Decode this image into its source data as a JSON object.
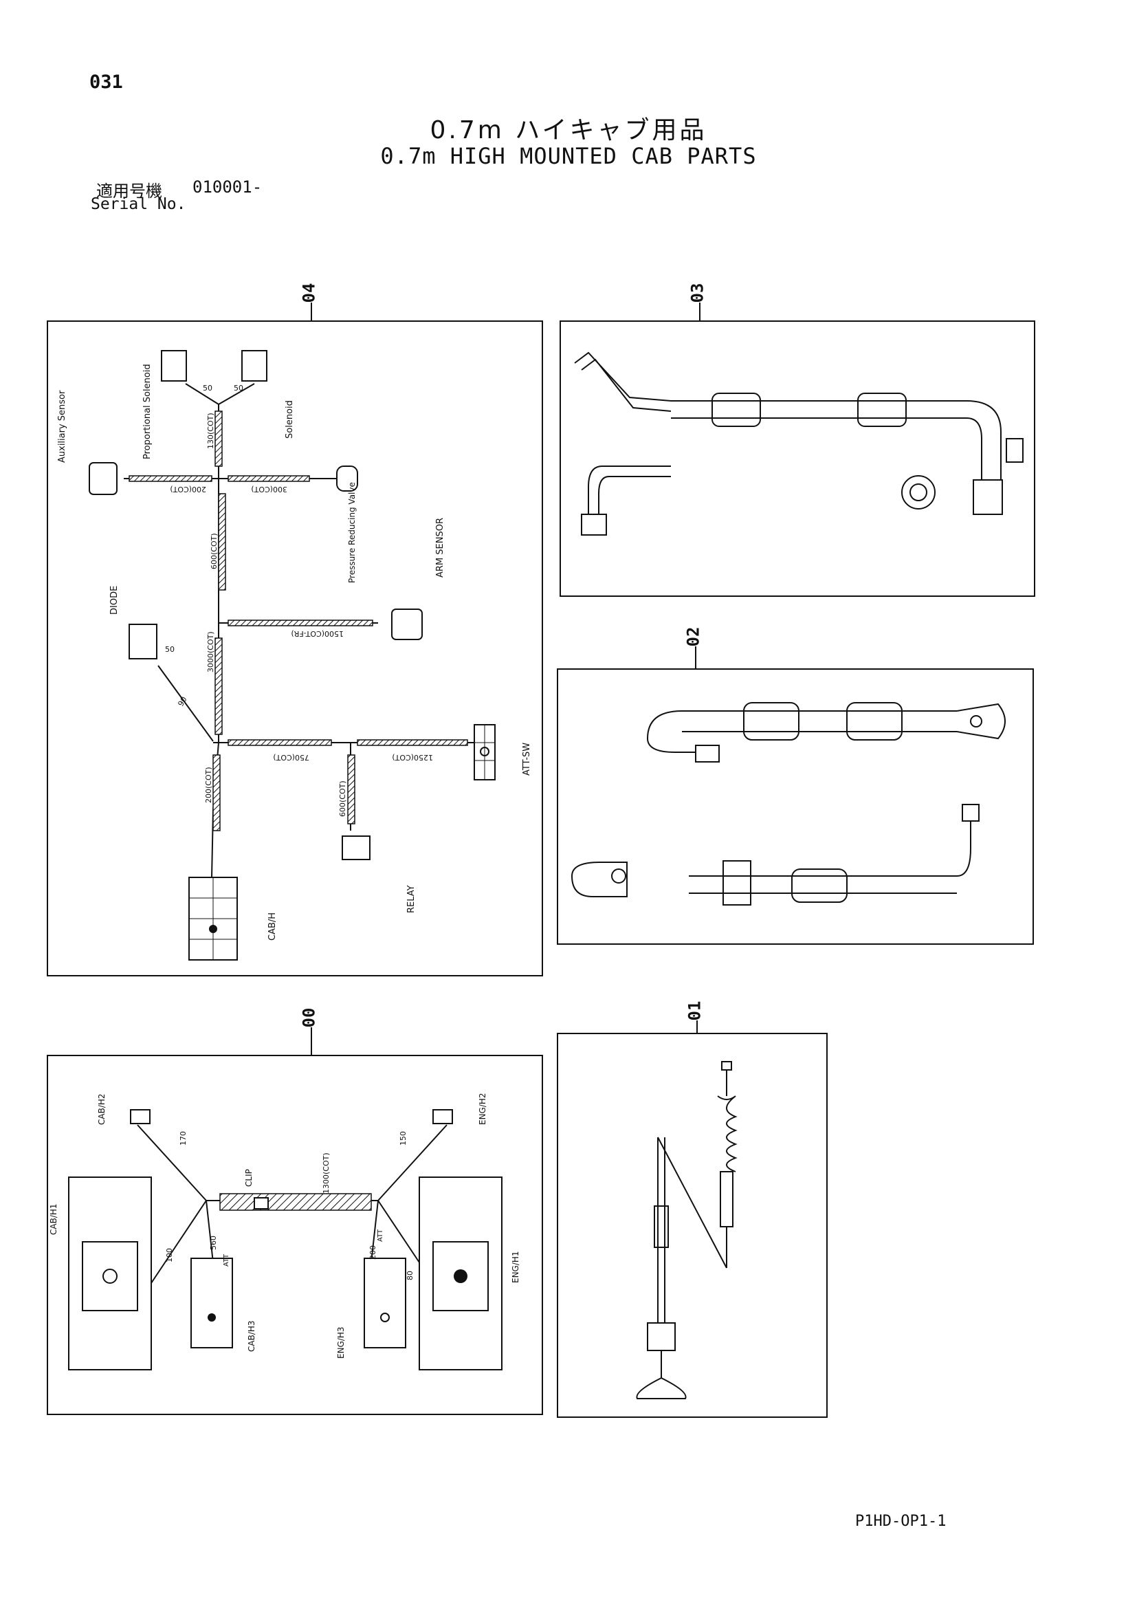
{
  "page": {
    "number": "031",
    "title_jp": "0.7m ハイキャブ用品",
    "title_en": "0.7m HIGH MOUNTED CAB PARTS",
    "serial_label_jp": "適用号機",
    "serial_value": "010001-",
    "serial_label_en": "Serial No.",
    "footer_code": "P1HD-OP1-1"
  },
  "panels": {
    "p04": {
      "callout": "04",
      "labels": {
        "auxiliary_sensor": "Auxiliary Sensor",
        "proportional_solenoid": "Proportional Solenoid",
        "solenoid": "Solenoid",
        "pressure_reducing_valve": "Pressure Reducing Valve",
        "arm_sensor": "ARM SENSOR",
        "diode": "DIODE",
        "att_sw": "ATT-SW",
        "relay": "RELAY",
        "cab_h": "CAB/H",
        "len_130": "130(COT)",
        "len_200a": "200(COT)",
        "len_300": "300(COT)",
        "len_600a": "600(COT)",
        "len_1500": "1500(COT-FR)",
        "len_3000": "3000(COT)",
        "len_750": "750(COT)",
        "len_1250": "1250(COT)",
        "len_200b": "200(COT)",
        "len_600b": "600(COT)",
        "len_50a": "50",
        "len_50b": "50",
        "len_50c": "50",
        "len_90": "90"
      }
    },
    "p03": {
      "callout": "03"
    },
    "p02": {
      "callout": "02"
    },
    "p00": {
      "callout": "00",
      "labels": {
        "cab_h2": "CAB/H2",
        "eng_h2": "ENG/H2",
        "cab_h1": "CAB/H1",
        "eng_h1": "ENG/H1",
        "cab_h3": "CAB/H3",
        "eng_h3": "ENG/H3",
        "clip": "CLIP",
        "len_1300": "1300(COT)",
        "len_170": "170",
        "len_150": "150",
        "len_100": "100",
        "len_80": "80",
        "len_560": "560",
        "len_200": "200",
        "att_a": "ATT",
        "att_b": "ATT"
      }
    },
    "p01": {
      "callout": "01"
    }
  }
}
